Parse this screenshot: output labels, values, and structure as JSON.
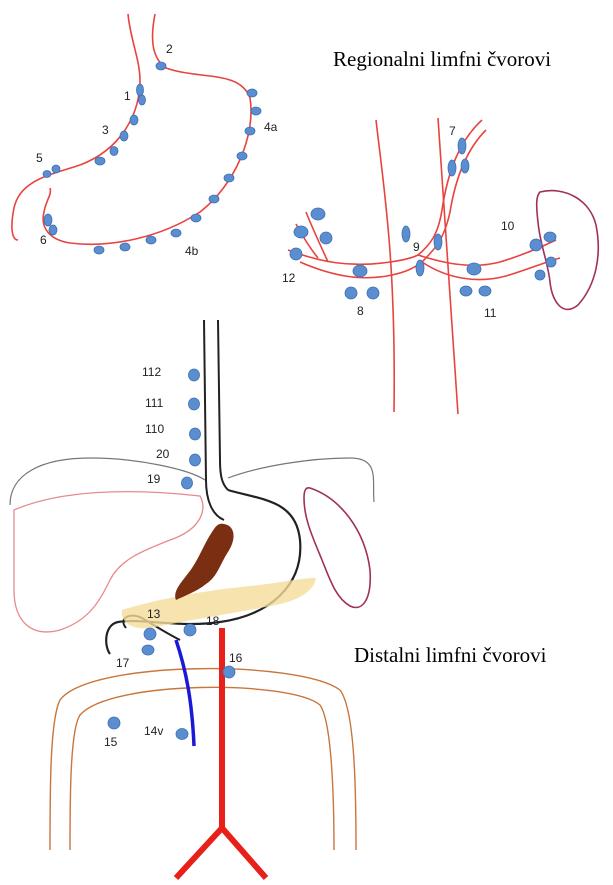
{
  "titles": {
    "regional": "Regionalni limfni čvorovi",
    "distal": "Distalni limfni čvorovi"
  },
  "labels": {
    "n1": "1",
    "n2": "2",
    "n3": "3",
    "n4a": "4a",
    "n4b": "4b",
    "n5": "5",
    "n6": "6",
    "n7": "7",
    "n8": "8",
    "n9": "9",
    "n10": "10",
    "n11": "11",
    "n12": "12",
    "n112": "112",
    "n111": "111",
    "n110": "110",
    "n20": "20",
    "n19": "19",
    "n13": "13",
    "n18": "18",
    "n17": "17",
    "n16": "16",
    "n15": "15",
    "n14v": "14v"
  },
  "colors": {
    "node": "#5b8ed1",
    "vessel": "#e8433f",
    "aorta": "#e8201a",
    "vein": "#1a1ad6",
    "spleen": "#a0305a",
    "pancreas": "#f5dc9a",
    "tumor": "#7a2e12",
    "kidney": "#c8763a",
    "liver": "#e88a8a"
  }
}
